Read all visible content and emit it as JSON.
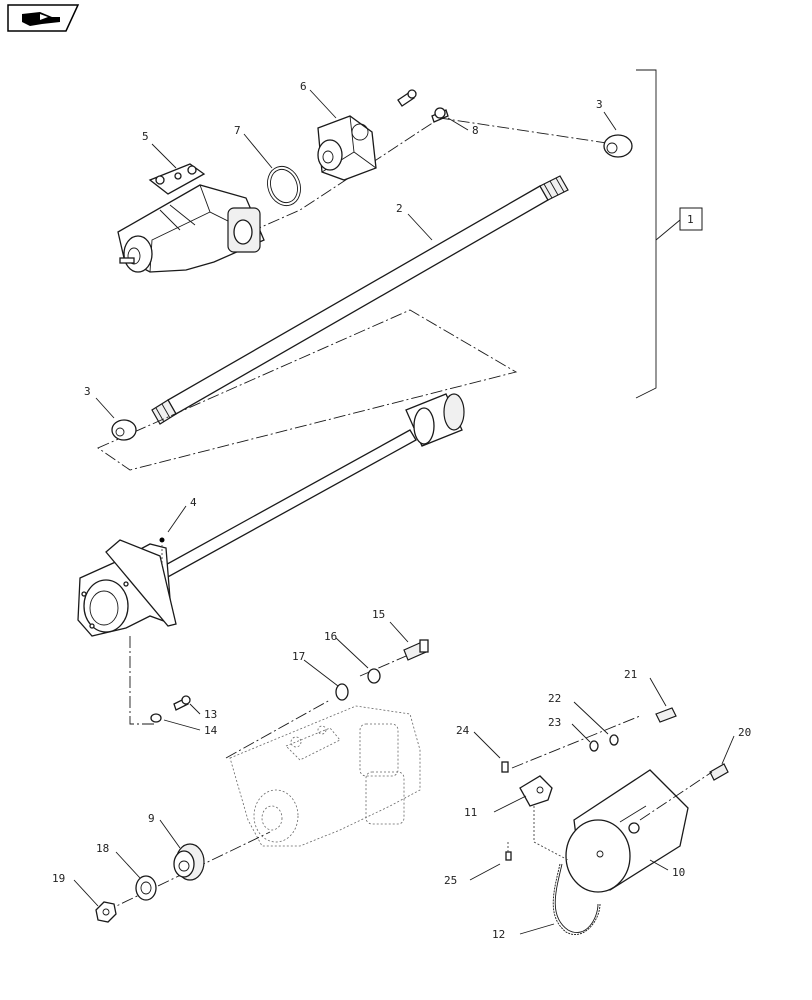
{
  "callouts": {
    "c1": "1",
    "c2": "2",
    "c3a": "3",
    "c3b": "3",
    "c4": "4",
    "c5": "5",
    "c6": "6",
    "c7": "7",
    "c8": "8",
    "c9": "9",
    "c10": "10",
    "c11": "11",
    "c12": "12",
    "c13": "13",
    "c14": "14",
    "c15": "15",
    "c16": "16",
    "c17": "17",
    "c18": "18",
    "c19": "19",
    "c20": "20",
    "c21": "21",
    "c22": "22",
    "c23": "23",
    "c24": "24",
    "c25": "25"
  },
  "icons": {
    "page_corner": "continuation-arrow-icon"
  }
}
